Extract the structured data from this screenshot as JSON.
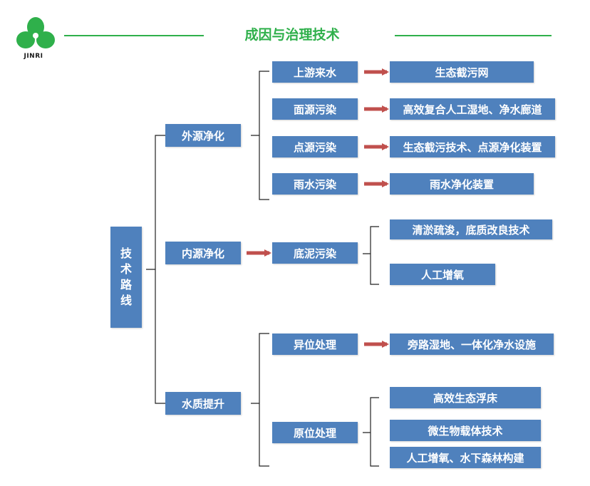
{
  "header": {
    "title": "成因与治理技术",
    "logo_text": "JINRI",
    "accent_color": "#2fb04b",
    "box_color": "#4f81bd",
    "arrow_color": "#c0504d"
  },
  "root": {
    "chars": [
      "技",
      "术",
      "路",
      "线"
    ]
  },
  "level1": [
    "外源净化",
    "内源净化",
    "水质提升"
  ],
  "level2": {
    "external": [
      "上游来水",
      "面源污染",
      "点源污染",
      "雨水污染"
    ],
    "internal": [
      "底泥污染"
    ],
    "quality": [
      "异位处理",
      "原位处理"
    ]
  },
  "level3": {
    "external": [
      "生态截污网",
      "高效复合人工湿地、净水廊道",
      "生态截污技术、点源净化装置",
      "雨水净化装置"
    ],
    "internal": [
      "清淤疏浚，底质改良技术",
      "人工增氧"
    ],
    "exsitu": [
      "旁路湿地、一体化净水设施"
    ],
    "insitu": [
      "高效生态浮床",
      "微生物载体技术",
      "人工增氧、水下森林构建"
    ]
  }
}
